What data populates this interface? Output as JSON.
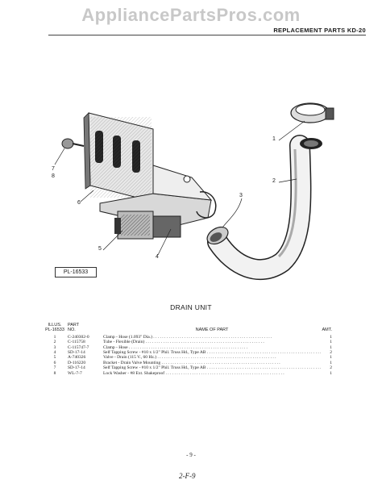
{
  "watermark": "AppliancePartsPros.com",
  "header": {
    "title": "REPLACEMENT PARTS KD-20"
  },
  "figure": {
    "id": "PL-16533",
    "callouts": [
      "1",
      "2",
      "3",
      "4",
      "5",
      "6",
      "7",
      "8"
    ]
  },
  "section": {
    "title": "DRAIN UNIT"
  },
  "table": {
    "columns": {
      "illus_top": "ILLUS.",
      "illus_bottom": "PL-16533",
      "part_top": "PART",
      "part_bottom": "NO.",
      "name": "NAME OF PART",
      "amt": "AMT."
    },
    "rows": [
      {
        "illus": "1",
        "part": "C-240302-0",
        "name": "Clamp - Hose (1.093\" Dia.)",
        "amt": "1"
      },
      {
        "illus": "2",
        "part": "C-115758",
        "name": "Tube - Flexible (Drain)",
        "amt": "1"
      },
      {
        "illus": "3",
        "part": "C-115747-7",
        "name": "Clamp - Hose",
        "amt": "1"
      },
      {
        "illus": "4",
        "part": "SD-17-14",
        "name": "Self Tapping Screw - #10 x 1/2\" Phil. Truss Hd., Type AB",
        "amt": "2"
      },
      {
        "illus": "5",
        "part": "A-740326",
        "name": "Valve - Drain (115 V., 60 Hz.)",
        "amt": "1"
      },
      {
        "illus": "6",
        "part": "D-116220",
        "name": "Bracket - Drain Valve Mounting",
        "amt": "1"
      },
      {
        "illus": "7",
        "part": "SD-17-14",
        "name": "Self Tapping Screw - #10 x 1/2\" Phil. Truss Hd., Type AB",
        "amt": "2"
      },
      {
        "illus": "8",
        "part": "WL-7-7",
        "name": "Lock Washer - #8 Ext. Shakeproof",
        "amt": "1"
      }
    ]
  },
  "footer": {
    "page": "- 9 -",
    "code": "2-F-9"
  }
}
